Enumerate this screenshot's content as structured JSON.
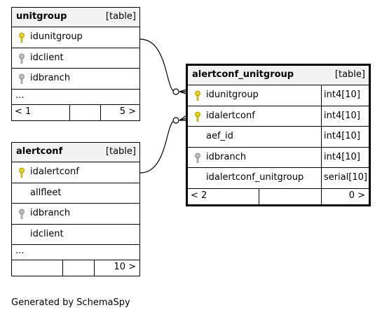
{
  "footer": "Generated by SchemaSpy",
  "tables": {
    "unitgroup": {
      "name": "unitgroup",
      "kind": "[table]",
      "columns": [
        {
          "name": "idunitgroup",
          "icon": "primary-key-icon"
        },
        {
          "name": "idclient",
          "icon": "foreign-key-icon"
        },
        {
          "name": "idbranch",
          "icon": "foreign-key-icon"
        }
      ],
      "ellipsis": "...",
      "footer_left": "< 1",
      "footer_right": "5 >"
    },
    "alertconf": {
      "name": "alertconf",
      "kind": "[table]",
      "columns": [
        {
          "name": "idalertconf",
          "icon": "primary-key-icon"
        },
        {
          "name": "allfleet",
          "icon": ""
        },
        {
          "name": "idbranch",
          "icon": "foreign-key-icon"
        },
        {
          "name": "idclient",
          "icon": ""
        }
      ],
      "ellipsis": "...",
      "footer_left": "",
      "footer_right": "10 >"
    },
    "alertconf_unitgroup": {
      "name": "alertconf_unitgroup",
      "kind": "[table]",
      "columns": [
        {
          "name": "idunitgroup",
          "type": "int4[10]",
          "icon": "primary-key-icon"
        },
        {
          "name": "idalertconf",
          "type": "int4[10]",
          "icon": "primary-key-icon"
        },
        {
          "name": "aef_id",
          "type": "int4[10]",
          "icon": ""
        },
        {
          "name": "idbranch",
          "type": "int4[10]",
          "icon": "foreign-key-icon"
        },
        {
          "name": "idalertconf_unitgroup",
          "type": "serial[10]",
          "icon": ""
        }
      ],
      "footer_left": "< 2",
      "footer_right": "0 >"
    }
  },
  "colors": {
    "primary_key": "#e8d400",
    "foreign_key": "#a8a8a8",
    "header_bg": "#f2f2f2"
  }
}
